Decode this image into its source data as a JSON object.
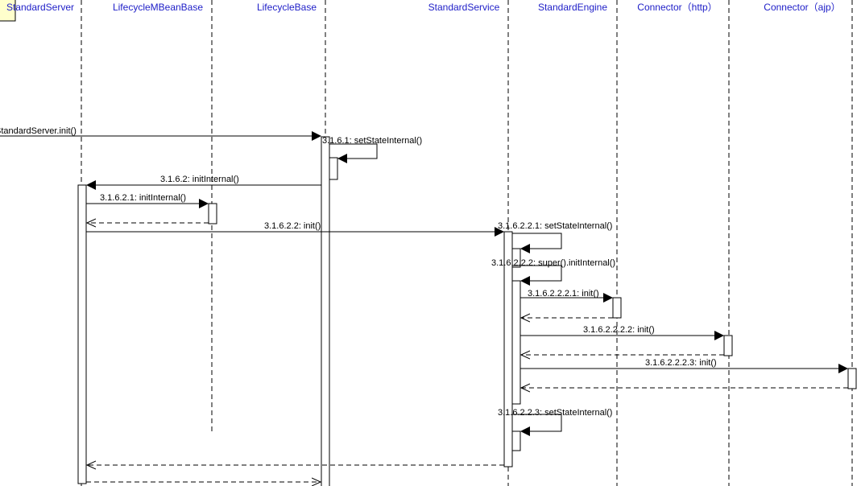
{
  "participants": [
    {
      "id": "standard-server",
      "name": "StandardServer"
    },
    {
      "id": "lifecycle-mbean-base",
      "name": "LifecycleMBeanBase"
    },
    {
      "id": "lifecycle-base",
      "name": "LifecycleBase"
    },
    {
      "id": "standard-service",
      "name": "StandardService"
    },
    {
      "id": "standard-engine",
      "name": "StandardEngine"
    },
    {
      "id": "connector-http",
      "name": "Connector（http）"
    },
    {
      "id": "connector-ajp",
      "name": "Connector（ajp）"
    }
  ],
  "messages": [
    {
      "id": "msg-standard-server-init",
      "label": "StandardServer.init()"
    },
    {
      "id": "msg-3-1-6-1",
      "label": "3.1.6.1: setStateInternal()"
    },
    {
      "id": "msg-3-1-6-2",
      "label": "3.1.6.2: initInternal()"
    },
    {
      "id": "msg-3-1-6-2-1",
      "label": "3.1.6.2.1: initInternal()"
    },
    {
      "id": "msg-3-1-6-2-2",
      "label": "3.1.6.2.2: init()"
    },
    {
      "id": "msg-3-1-6-2-2-1",
      "label": "3.1.6.2.2.1: setStateInternal()"
    },
    {
      "id": "msg-3-1-6-2-2-2",
      "label": "3.1.6.2.2.2: super().initInternal()"
    },
    {
      "id": "msg-3-1-6-2-2-2-1",
      "label": "3.1.6.2.2.2.1: init()"
    },
    {
      "id": "msg-3-1-6-2-2-2-2",
      "label": "3.1.6.2.2.2.2: init()"
    },
    {
      "id": "msg-3-1-6-2-2-2-3",
      "label": "3.1.6.2.2.2.3: init()"
    },
    {
      "id": "msg-3-1-6-2-2-3",
      "label": "3.1.6.2.2.3: setStateInternal()"
    }
  ]
}
